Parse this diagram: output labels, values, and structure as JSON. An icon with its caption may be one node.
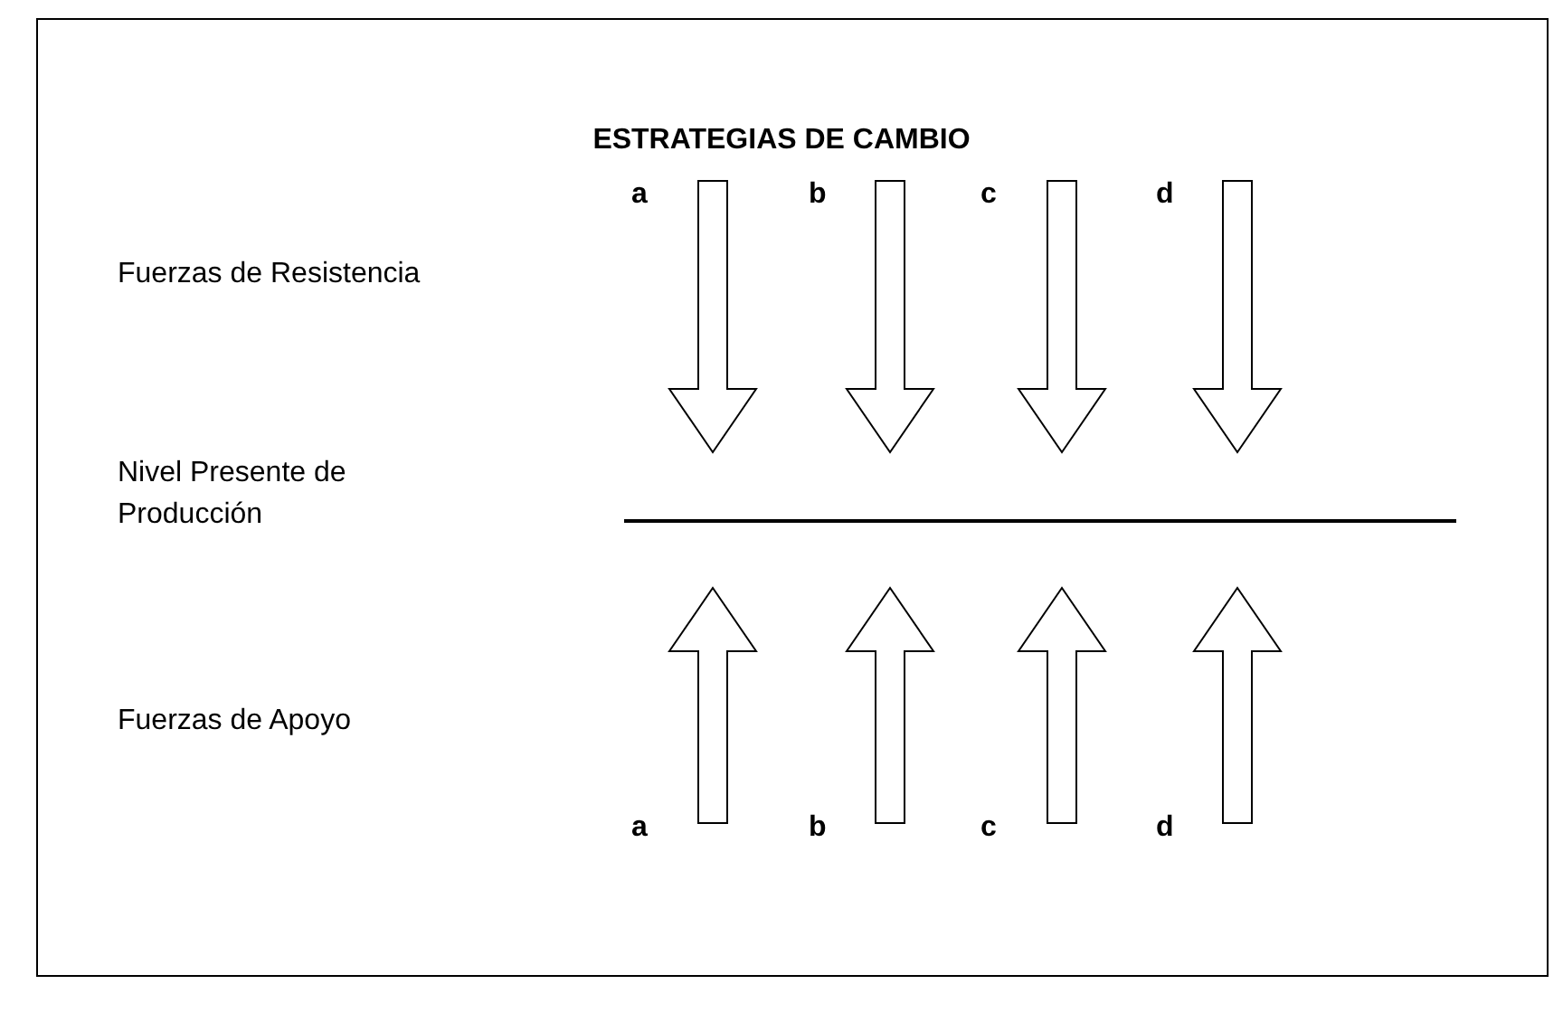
{
  "diagram": {
    "title": "ESTRATEGIAS DE CAMBIO",
    "labels": [
      "a",
      "b",
      "c",
      "d",
      "Fuerzas de Resistencia",
      "Nivel Presente de Producción",
      "Fuerzas de Apoyo",
      "a",
      "b",
      "c",
      "d"
    ]
  }
}
